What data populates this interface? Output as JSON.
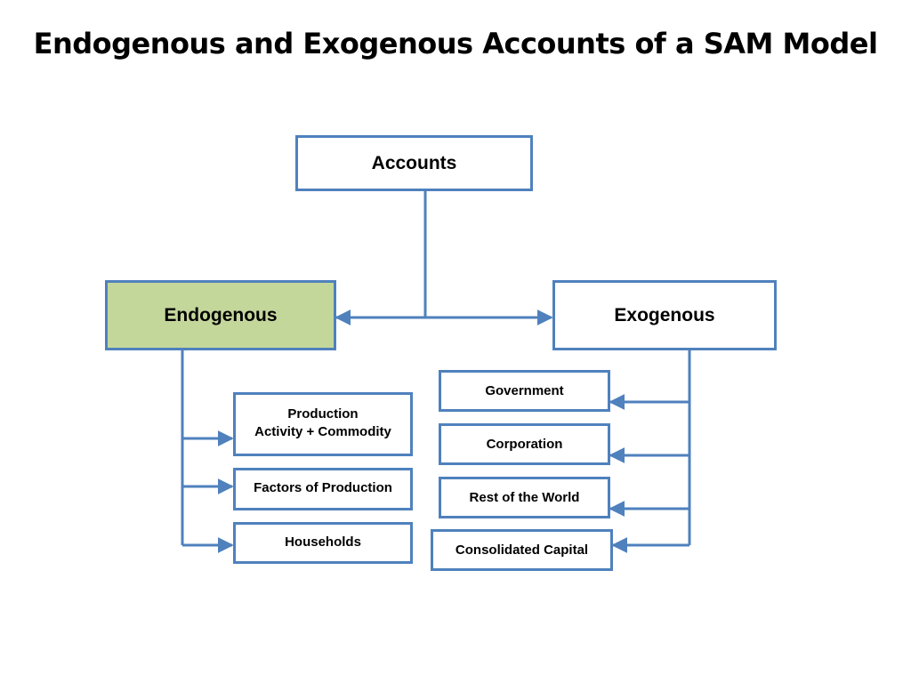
{
  "title": "Endogenous and Exogenous Accounts of a SAM Model",
  "colors": {
    "line": "#4f81bd",
    "endogenous_fill": "#c4d79b",
    "box_fill": "#ffffff"
  },
  "root": {
    "label": "Accounts"
  },
  "endogenous": {
    "label": "Endogenous",
    "children": [
      {
        "line1": "Production",
        "line2": "Activity + Commodity"
      },
      {
        "label": "Factors of Production"
      },
      {
        "label": "Households"
      }
    ]
  },
  "exogenous": {
    "label": "Exogenous",
    "children": [
      {
        "label": "Government"
      },
      {
        "label": "Corporation"
      },
      {
        "label": "Rest of the World"
      },
      {
        "label": "Consolidated Capital"
      }
    ]
  }
}
